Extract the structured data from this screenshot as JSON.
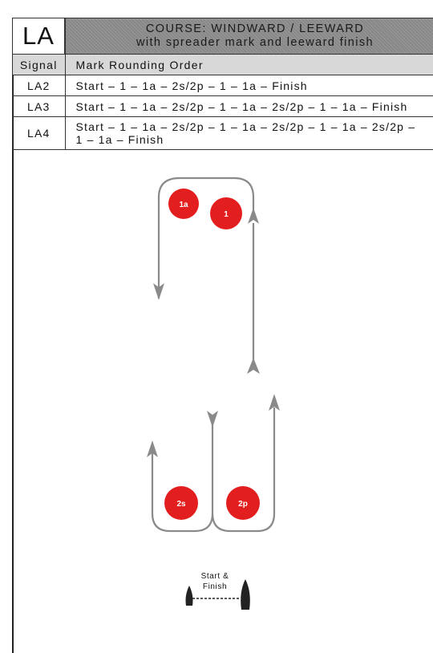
{
  "course": {
    "code": "LA",
    "title_line1": "COURSE: WINDWARD / LEEWARD",
    "title_line2": "with spreader mark and leeward finish"
  },
  "table": {
    "headers": [
      "Signal",
      "Mark Rounding Order"
    ],
    "rows": [
      {
        "signal": "LA2",
        "order": [
          "Start – 1 – 1a – 2s/2p – 1 – 1a –  Finish"
        ]
      },
      {
        "signal": "LA3",
        "order": [
          "Start – 1 – 1a – 2s/2p – 1 – 1a – 2s/2p – 1 – 1a – Finish"
        ]
      },
      {
        "signal": "LA4",
        "order": [
          "Start – 1 – 1a – 2s/2p – 1 – 1a – 2s/2p – 1 – 1a – 2s/2p –",
          "1 – 1a – Finish"
        ]
      }
    ]
  },
  "diagram": {
    "marks": {
      "m1a": "1a",
      "m1": "1",
      "m2s": "2s",
      "m2p": "2p"
    },
    "start_finish": [
      "Start &",
      "Finish"
    ],
    "colors": {
      "mark_fill": "#e31e1e",
      "path": "#8a8a8a",
      "title_band": "#8e8e8e",
      "header_band": "#d8d8d8"
    }
  }
}
